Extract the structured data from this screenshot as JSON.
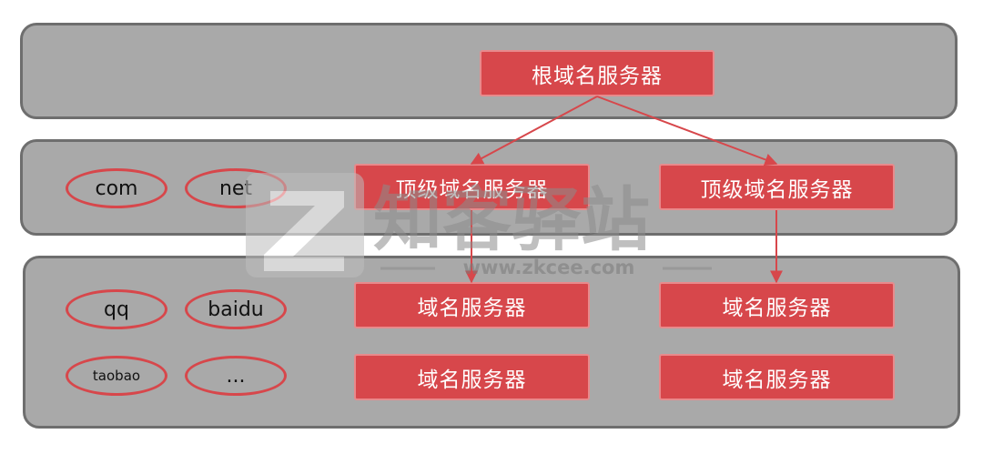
{
  "root_server": {
    "label": "根域名服务器"
  },
  "tld_servers": [
    {
      "label": "顶级域名服务器"
    },
    {
      "label": "顶级域名服务器"
    }
  ],
  "domain_servers": [
    {
      "label": "域名服务器"
    },
    {
      "label": "域名服务器"
    },
    {
      "label": "域名服务器"
    },
    {
      "label": "域名服务器"
    }
  ],
  "tld_examples": [
    "com",
    "net"
  ],
  "domain_examples": [
    "qq",
    "baidu",
    "taobao",
    "..."
  ],
  "watermark": {
    "text": "知客驿站",
    "url": "www.zkcee.com"
  },
  "colors": {
    "server_fill": "#d7474b",
    "arrow": "#d7474b",
    "tier_fill": "#a9a9a9",
    "tier_border": "#6e6e6e"
  }
}
